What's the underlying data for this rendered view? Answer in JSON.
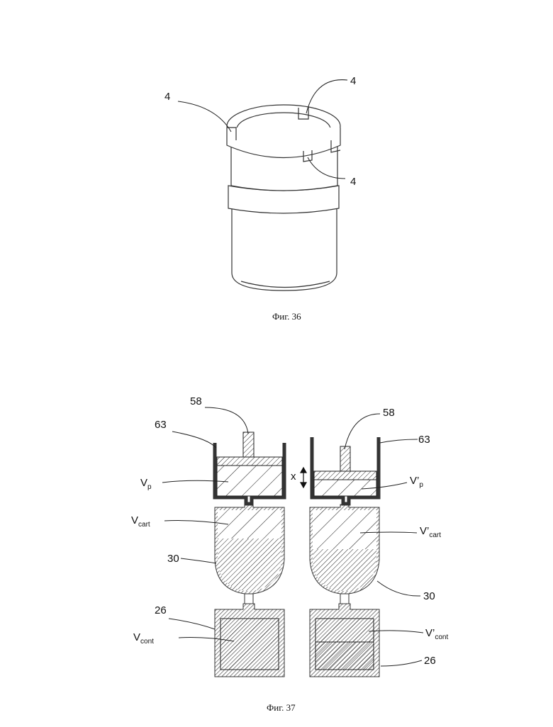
{
  "fig36": {
    "caption": "Фиг. 36",
    "labels": {
      "notch_left": "4",
      "notch_top": "4",
      "notch_right": "4"
    }
  },
  "fig37": {
    "caption": "Фиг. 37",
    "left": {
      "piston": "58",
      "housing": "63",
      "vp_main": "V",
      "vp_sub": "p",
      "vcart_main": "V",
      "vcart_sub": "cart",
      "cartridge": "30",
      "container": "26",
      "vcont_main": "V",
      "vcont_sub": "cont"
    },
    "right": {
      "piston": "58",
      "housing": "63",
      "vp_main": "V’",
      "vp_sub": "p",
      "vcart_main": "V’",
      "vcart_sub": "cart",
      "cartridge": "30",
      "container": "26",
      "vcont_main": "V’",
      "vcont_sub": "cont"
    },
    "displacement": "x"
  }
}
